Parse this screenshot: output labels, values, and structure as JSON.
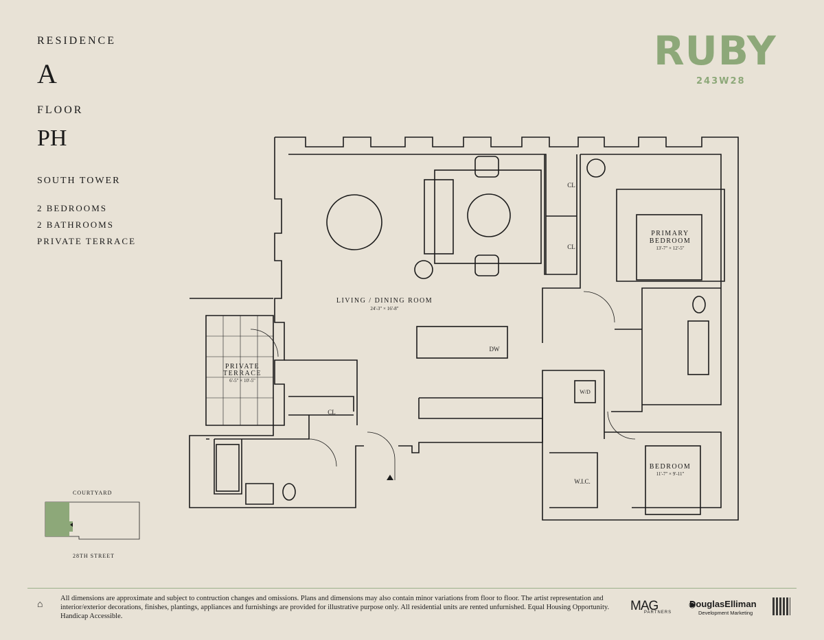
{
  "header": {
    "residence_label": "RESIDENCE",
    "residence_value": "A",
    "floor_label": "FLOOR",
    "floor_value": "PH",
    "tower": "SOUTH TOWER",
    "specs": [
      "2 BEDROOMS",
      "2 BATHROOMS",
      "PRIVATE TERRACE"
    ]
  },
  "brand": {
    "name": "RUBY",
    "address": "243W28",
    "color": "#8da879"
  },
  "rooms": {
    "living_name": "LIVING / DINING ROOM",
    "living_dim": "24'-3\" × 16'-8\"",
    "primary_name_1": "PRIMARY",
    "primary_name_2": "BEDROOM",
    "primary_dim": "13'-7\" × 12'-5\"",
    "bedroom_name": "BEDROOM",
    "bedroom_dim": "11'-7\" × 9'-11\"",
    "terrace_name_1": "PRIVATE",
    "terrace_name_2": "TERRACE",
    "terrace_dim": "6'-5\" × 10'-5\"",
    "closet": "CL",
    "wic": "W.I.C.",
    "wd": "W/D",
    "dw": "DW"
  },
  "keyplan": {
    "top_label": "COURTYARD",
    "bottom_label": "28TH STREET",
    "highlight_color": "#8da879"
  },
  "footer": {
    "disclaimer": "All dimensions are approximate and subject to contruction changes and omissions. Plans and dimensions may also contain minor variations from floor to floor. The artist representation and interior/exterior decorations, finishes, plantings, appliances and furnishings are provided for illustrative purpose only. All residential units are rented unfurnished. Equal Housing Opportunity. Handicap Accessible.",
    "mag": "MAG",
    "mag_sub": "PARTNERS",
    "de_name": "DouglasElliman",
    "de_sub": "Development Marketing"
  }
}
